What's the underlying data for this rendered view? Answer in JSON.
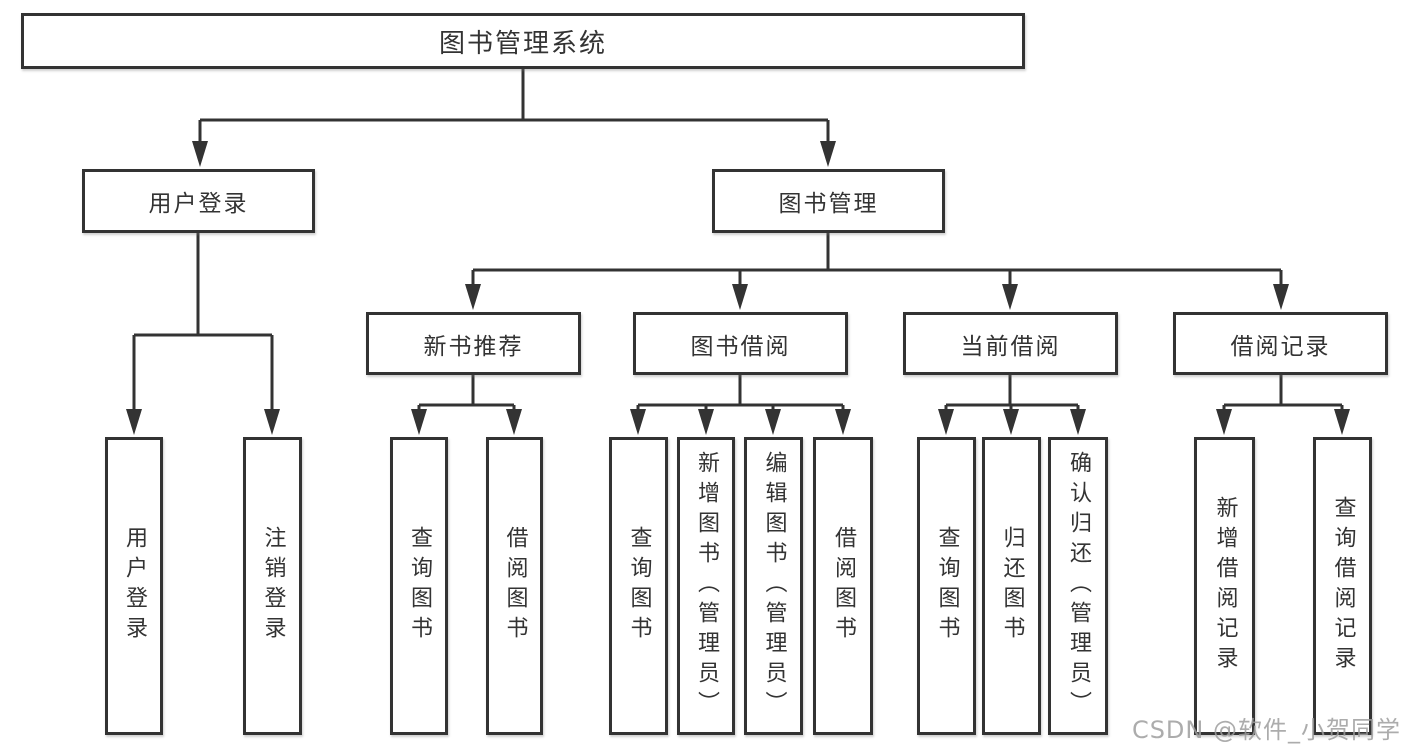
{
  "diagram": {
    "root": "图书管理系统",
    "branches": [
      {
        "label": "用户登录",
        "children": [
          "用户登录",
          "注销登录"
        ]
      },
      {
        "label": "图书管理",
        "sections": [
          {
            "label": "新书推荐",
            "children": [
              "查询图书",
              "借阅图书"
            ]
          },
          {
            "label": "图书借阅",
            "children": [
              "查询图书",
              "新增图书（管理员）",
              "编辑图书（管理员）",
              "借阅图书"
            ]
          },
          {
            "label": "当前借阅",
            "children": [
              "查询图书",
              "归还图书",
              "确认归还（管理员）"
            ]
          },
          {
            "label": "借阅记录",
            "children": [
              "新增借阅记录",
              "查询借阅记录"
            ]
          }
        ]
      }
    ]
  },
  "watermark": "CSDN @软件_小贺同学",
  "colors": {
    "line": "#333333",
    "box_border": "#333333",
    "box_background": "#ffffff",
    "text": "#333333",
    "watermark_text": "#9e9e9e",
    "background": "#ffffff"
  }
}
